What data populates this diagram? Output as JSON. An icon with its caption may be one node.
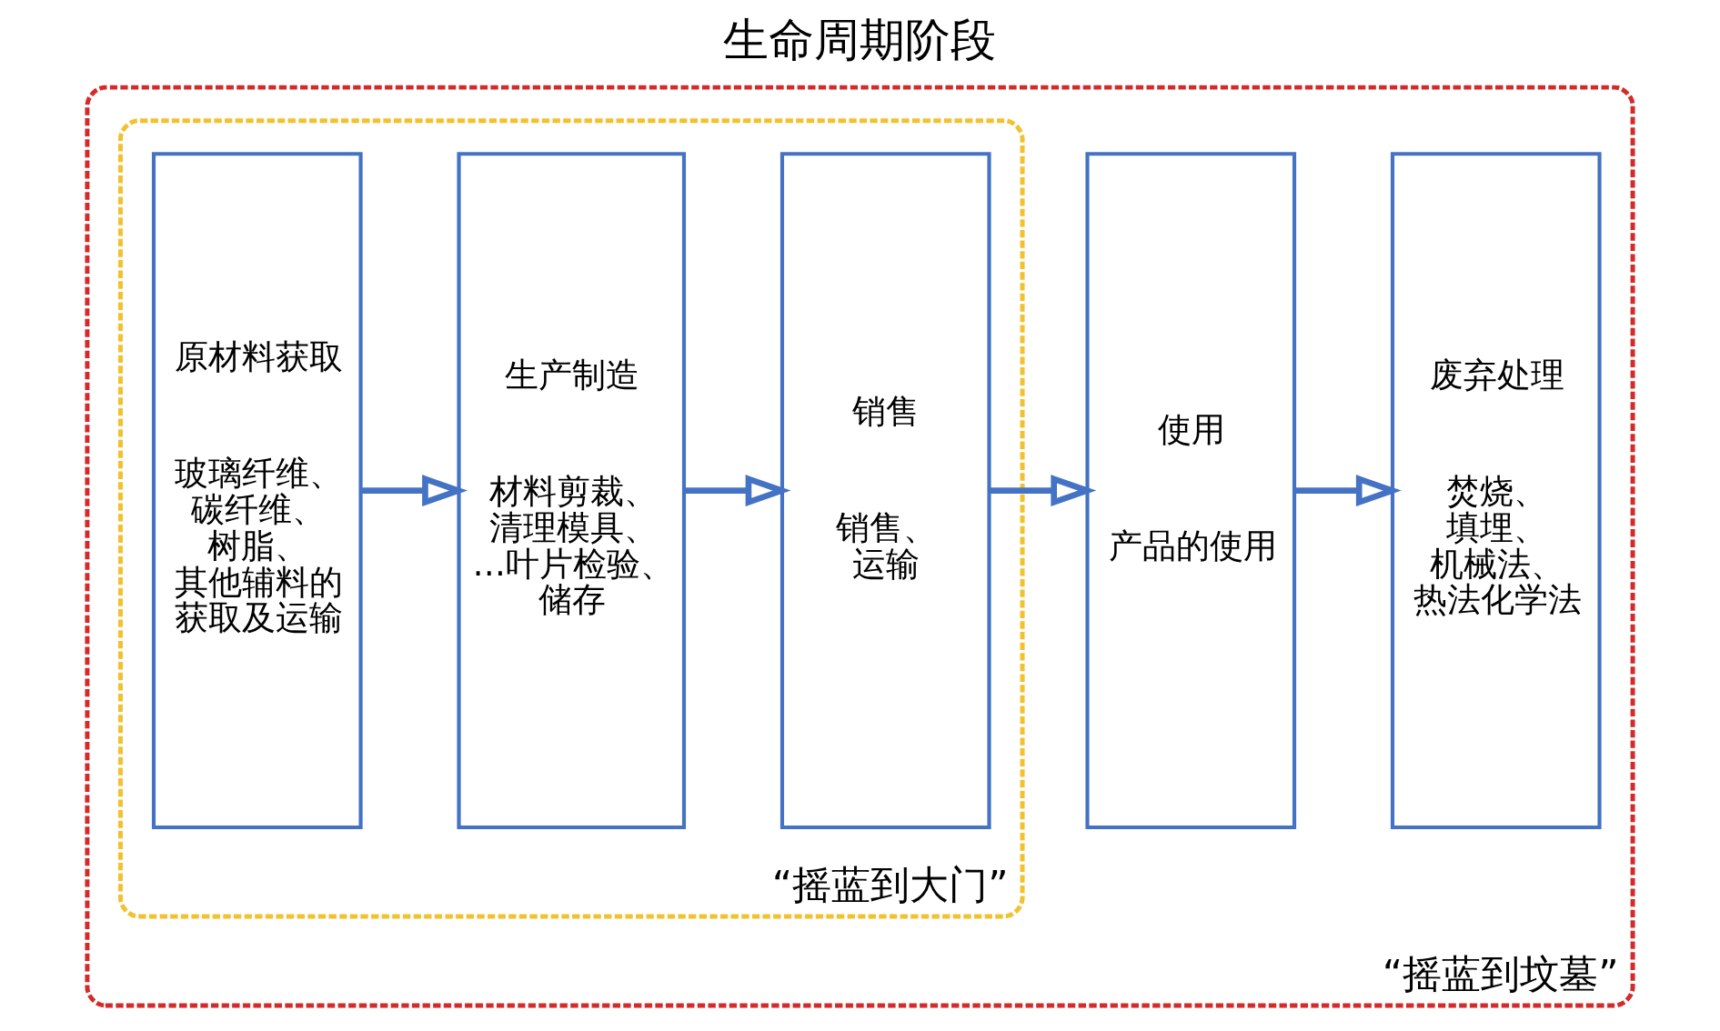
{
  "diagram": {
    "title": "生命周期阶段",
    "nodes": [
      {
        "text": [
          "“摇蓝到坟墓”"
        ]
      },
      {
        "text": [
          "“摇蓝到大门”"
        ],
        "in": 0
      },
      {
        "text": [
          "原材料获取",
          "玻璃纤维、碳纤维、树脂、其他辅料的获取及运输"
        ],
        "in": 1
      },
      {
        "text": [
          "生产制造",
          "材料剪裁、清理模具、…叶片检验、储存"
        ],
        "in": 1
      },
      {
        "text": [
          "销售",
          "销售、运输"
        ],
        "in": 1
      },
      {
        "text": [
          "使用",
          "产品的使用"
        ],
        "in": 0
      },
      {
        "text": [
          "废弃处理",
          "焚烧、填埋、机械法、热法化学法"
        ],
        "in": 0
      }
    ],
    "edges": [
      {
        "from": 2,
        "to": 3,
        "arrow": "to"
      },
      {
        "from": 3,
        "to": 4,
        "arrow": "to"
      },
      {
        "from": 4,
        "to": 5,
        "arrow": "to"
      },
      {
        "from": 5,
        "to": 6,
        "arrow": "to"
      }
    ]
  }
}
